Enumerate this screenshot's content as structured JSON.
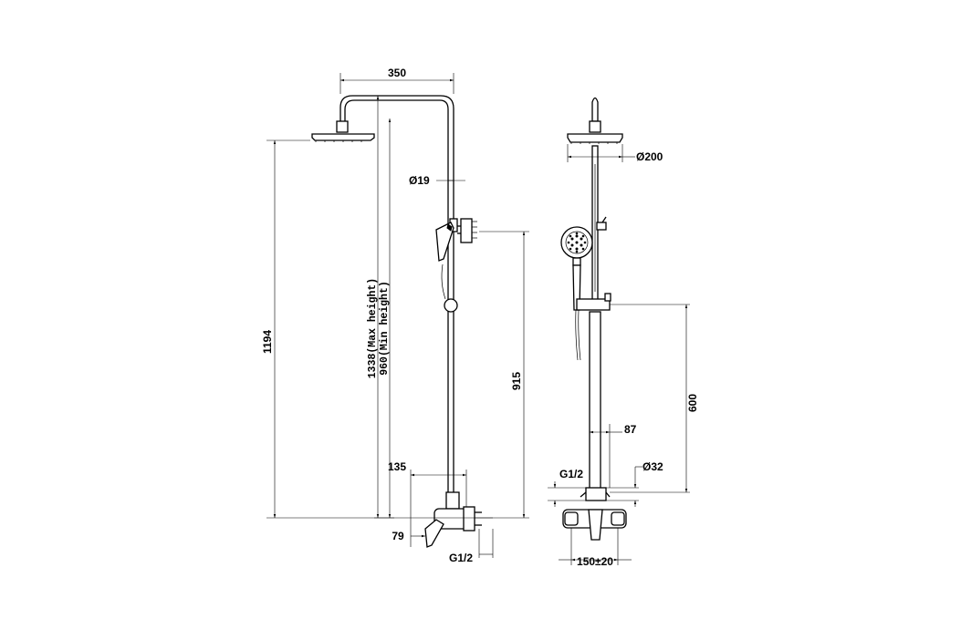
{
  "side_view": {
    "dim_width": "350",
    "dim_pipe_diameter": "Ø19",
    "dim_total_height": "1194",
    "dim_max_height": "1338(Max height)",
    "dim_min_height": "960(Min height)",
    "dim_hand_height": "915",
    "dim_offset": "135",
    "dim_wall": "79",
    "dim_thread": "G1/2"
  },
  "front_view": {
    "dim_head_diameter": "Ø200",
    "dim_slider_height": "600",
    "dim_spacing": "87",
    "dim_thread": "G1/2",
    "dim_tube_diameter": "Ø32",
    "dim_centers": "150±20"
  }
}
